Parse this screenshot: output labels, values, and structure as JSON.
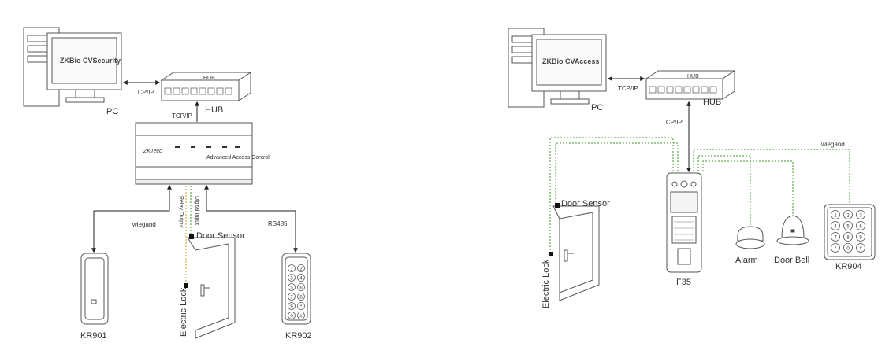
{
  "colors": {
    "line": "#222222",
    "wiegand_dotted": "#3a9a2a",
    "relay_dotted": "#c8a020",
    "device_stroke": "#555555"
  },
  "left": {
    "screen_logo": "ZKBio CVSecurity",
    "pc": "PC",
    "hub": "HUB",
    "hub_face": "HUB",
    "tcpip_pc": "TCP/IP",
    "tcpip_panel": "TCP/IP",
    "panel_text": "Advanced Access Control",
    "wiegand": "wiegand",
    "rs485": "RS485",
    "relay_output": "Relay Output",
    "digital_input": "Digital Input",
    "door_sensor": "Door Sensor",
    "electric_lock": "Electric Lock",
    "kr901": "KR901",
    "kr902": "KR902"
  },
  "right": {
    "screen_logo": "ZKBio CVAccess",
    "pc": "PC",
    "hub": "HUB",
    "hub_face": "HUB",
    "tcpip_pc": "TCP/IP",
    "tcpip_f35": "TCP/IP",
    "wiegand": "wiegand",
    "door_sensor": "Door Sensor",
    "electric_lock": "Electric Lock",
    "alarm": "Alarm",
    "door_bell": "Door Bell",
    "f35": "F35",
    "kr904": "KR904"
  },
  "keypads": {
    "kr902_keys": [
      "1",
      "2",
      "3",
      "4",
      "5",
      "6",
      "7",
      "8",
      "9",
      "*",
      "0",
      "#"
    ],
    "kr904_keys": [
      "1",
      "2",
      "3",
      "4",
      "5",
      "6",
      "7",
      "8",
      "9",
      "*",
      "0",
      "#"
    ]
  }
}
